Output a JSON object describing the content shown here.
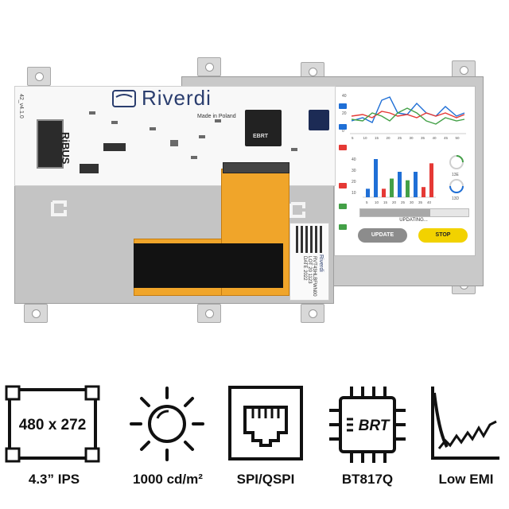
{
  "product": {
    "brand": "Riverdi",
    "made_in": "Made in Poland",
    "interface_mark": "RiBUS",
    "board_version": "42_v4.1.0",
    "sticker_lines": [
      "RVT43HLBFWN00",
      "LOT 20 1123",
      "DATE 2022"
    ],
    "sticker_brand": "Riverdi",
    "chip_label": "EBRT",
    "screen": {
      "line_chart_ticks_y": [
        "40",
        "20",
        "0"
      ],
      "line_chart_ticks_x": [
        "5",
        "10",
        "15",
        "20",
        "25",
        "30",
        "35",
        "40",
        "45",
        "50"
      ],
      "bar_chart_ticks_y": [
        "40",
        "30",
        "20",
        "10"
      ],
      "bar_chart_ticks_x": [
        "5",
        "10",
        "15",
        "20",
        "25",
        "30",
        "35",
        "40"
      ],
      "bars": [
        {
          "value": 10,
          "color": "#1f6fd6"
        },
        {
          "value": 45,
          "color": "#1f6fd6"
        },
        {
          "value": 10,
          "color": "#e53935"
        },
        {
          "value": 22,
          "color": "#43a047"
        },
        {
          "value": 30,
          "color": "#1f6fd6"
        },
        {
          "value": 20,
          "color": "#43a047"
        },
        {
          "value": 30,
          "color": "#1f6fd6"
        },
        {
          "value": 12,
          "color": "#e53935"
        },
        {
          "value": 40,
          "color": "#e53935"
        }
      ],
      "gauge_values": [
        "13E",
        "13D"
      ],
      "progress": 0.65,
      "updating_text": "UPDATING...",
      "update_button": "UPDATE",
      "stop_button": "STOP"
    }
  },
  "features": [
    {
      "icon": "resolution-frame-icon",
      "icon_text": "480 x 272",
      "label": "4.3” IPS"
    },
    {
      "icon": "sun-brightness-icon",
      "label": "1000 cd/m²"
    },
    {
      "icon": "ethernet-port-icon",
      "label": "SPI/QSPI"
    },
    {
      "icon": "chip-icon",
      "icon_text": "BRT",
      "label": "BT817Q"
    },
    {
      "icon": "emi-graph-icon",
      "label": "Low EMI"
    }
  ],
  "colors": {
    "brand_blue": "#2a3d6e",
    "flex_orange": "#f0a52a",
    "stop_yellow": "#f2d200",
    "line_blue": "#1f6fd6",
    "line_red": "#e53935",
    "line_green": "#43a047"
  }
}
